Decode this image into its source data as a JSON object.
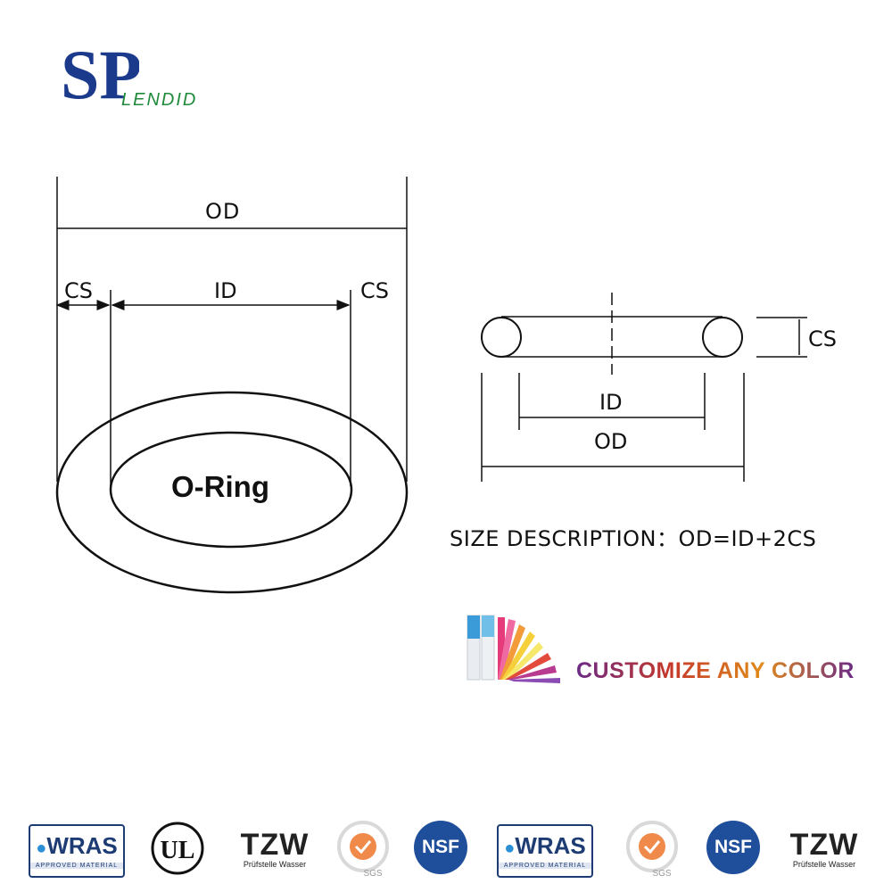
{
  "logo": {
    "letters": "SP",
    "word": "LENDID"
  },
  "ring_diagram": {
    "od_label": "OD",
    "cs_left_label": "CS",
    "id_label": "ID",
    "cs_right_label": "CS",
    "center_label": "O-Ring"
  },
  "section_diagram": {
    "cs_label": "CS",
    "id_label": "ID",
    "od_label": "OD"
  },
  "size_description": "SIZE DESCRIPTION：OD=ID+2CS",
  "customize": "CUSTOMIZE ANY COLOR",
  "certifications": {
    "wras_1": {
      "main": "WRAS",
      "sub": "APPROVED MATERIAL"
    },
    "ul": "UL",
    "tzw_1": {
      "main": "TZW",
      "sub": "Prüfstelle Wasser"
    },
    "sgs_1": "SGS",
    "nsf_1": "NSF",
    "wras_2": {
      "main": "WRAS",
      "sub": "APPROVED MATERIAL"
    },
    "sgs_2": "SGS",
    "nsf_2": "NSF",
    "tzw_2": {
      "main": "TZW",
      "sub": "Prüfstelle Wasser"
    }
  },
  "colors": {
    "logo_blue": "#1b3a8c",
    "logo_green": "#1f8a3a",
    "nsf_blue": "#1f4e9b",
    "wras_navy": "#1d3c74"
  }
}
